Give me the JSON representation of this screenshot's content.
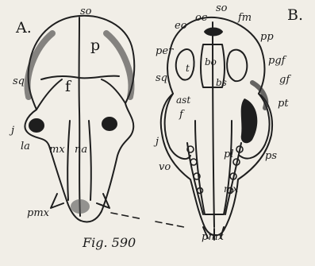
{
  "figure": {
    "panel_a": "A.",
    "panel_b": "B.",
    "caption": "Fig. 590"
  },
  "labels_a": {
    "so": "so",
    "p": "p",
    "sq": "sq",
    "f": "f",
    "j": "j",
    "la": "la",
    "mx": "mx",
    "na": "na",
    "pmx": "pmx"
  },
  "labels_b": {
    "so": "so",
    "oc": "oc",
    "fm": "fm",
    "eo": "eo",
    "pp": "pp",
    "per": "per",
    "bo": "bo",
    "pgf": "pgf",
    "t": "t",
    "bs": "bs",
    "gf": "gf",
    "sq": "sq",
    "ast": "ast",
    "f": "f",
    "pt": "pt",
    "j": "j",
    "pl": "pl",
    "vo": "vo",
    "ps": "ps",
    "mx": "mx",
    "pmx": "pmx"
  }
}
